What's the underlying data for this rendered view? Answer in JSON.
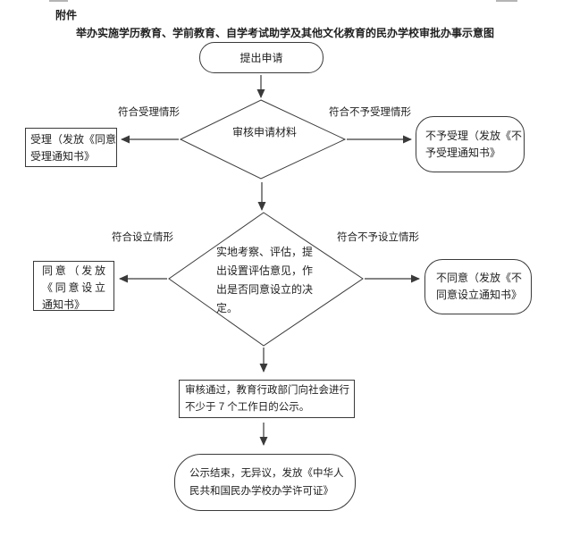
{
  "page": {
    "attachment_label": "附件",
    "title": "举办实施学历教育、学前教育、自学考试助学及其他文化教育的民办学校审批办事示意图"
  },
  "flowchart": {
    "start": {
      "label": "提出申请"
    },
    "decision1": {
      "label": "审核申请材料",
      "yes_branch_label": "符合受理情形",
      "no_branch_label": "符合不予受理情形",
      "yes_result": "受理（发放《同意受理通知书》",
      "no_result": "不予受理（发放《不予受理通知书》"
    },
    "decision2": {
      "label": "实地考察、评估，提出设置评估意见，作出是否同意设立的决定。",
      "yes_branch_label": "符合设立情形",
      "no_branch_label": "符合不予设立情形",
      "yes_result": "同意（发放《同意设立通知书》",
      "no_result": "不同意（发放《不同意设立通知书》"
    },
    "publicity": {
      "label": "审核通过，教育行政部门向社会进行不少于 7 个工作日的公示。"
    },
    "end": {
      "label": "公示结束，无异议，发放《中华人民共和国民办学校办学许可证》"
    }
  },
  "colors": {
    "line": "#3a3a3a",
    "text": "#1f1f1f",
    "background": "#ffffff"
  }
}
